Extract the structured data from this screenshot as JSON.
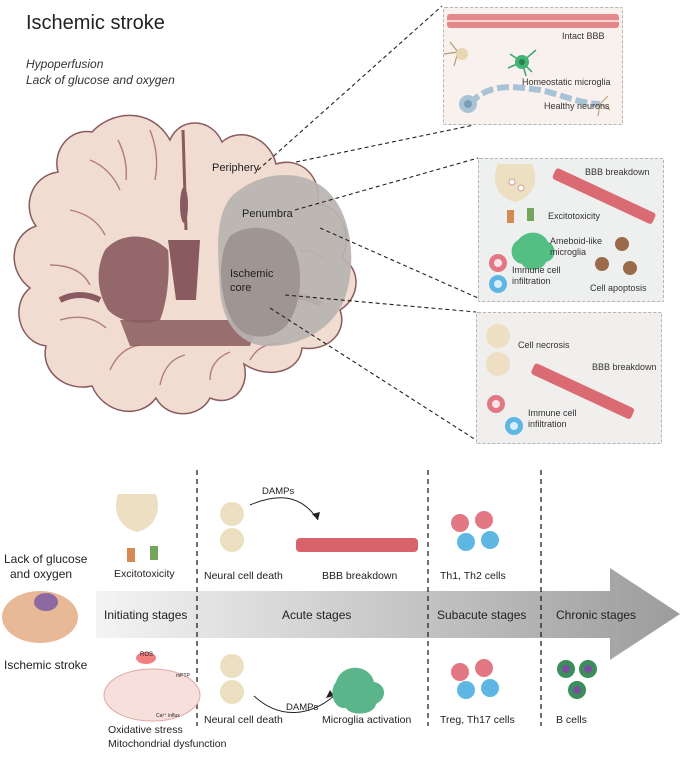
{
  "title": "Ischemic stroke",
  "subtitle_lines": [
    "Hypoperfusion",
    "Lack of glucose and oxygen"
  ],
  "brain_regions": {
    "periphery": "Periphery",
    "penumbra": "Penumbra",
    "core_line1": "Ischemic",
    "core_line2": "core"
  },
  "periphery_box": {
    "intact_bbb": "Intact BBB",
    "microglia": "Homeostatic microglia",
    "neurons": "Healthy neurons"
  },
  "penumbra_box": {
    "bbb": "BBB breakdown",
    "excitotoxicity": "Excitotoxicity",
    "microglia_line1": "Ameboid-like",
    "microglia_line2": "microglia",
    "immune_line1": "Immune cell",
    "immune_line2": "infiltration",
    "apoptosis": "Cell apoptosis"
  },
  "core_box": {
    "necrosis": "Cell necrosis",
    "bbb": "BBB breakdown",
    "immune_line1": "Immune cell",
    "immune_line2": "infiltration"
  },
  "timeline": {
    "left_text_line1": "Lack of glucose",
    "left_text_line2": "and oxygen",
    "left_bottom": "Ischemic stroke",
    "stages": [
      "Initiating stages",
      "Acute stages",
      "Subacute stages",
      "Chronic stages"
    ],
    "top_row": {
      "excitotoxicity": "Excitotoxicity",
      "damps": "DAMPs",
      "neural_death": "Neural cell death",
      "bbb": "BBB breakdown",
      "th": "Th1, Th2 cells"
    },
    "bottom_row": {
      "ros": "ROS",
      "mptp": "mPTP",
      "ca": "Ca²⁺ influx",
      "oxidative": "Oxidative stress",
      "mito": "Mitochondrial dysfunction",
      "damps": "DAMPs",
      "neural_death": "Neural cell death",
      "microglia": "Microglia activation",
      "treg": "Treg, Th17 cells",
      "bcells": "B cells"
    }
  },
  "colors": {
    "brain_tissue": "#f1dcd2",
    "brain_dark": "#8a5b5e",
    "penumbra": "#b9b3b1",
    "core": "#9f9592",
    "vessel": "#d9636b",
    "microglia": "#3aa86e",
    "neuron": "#eddfc1"
  }
}
